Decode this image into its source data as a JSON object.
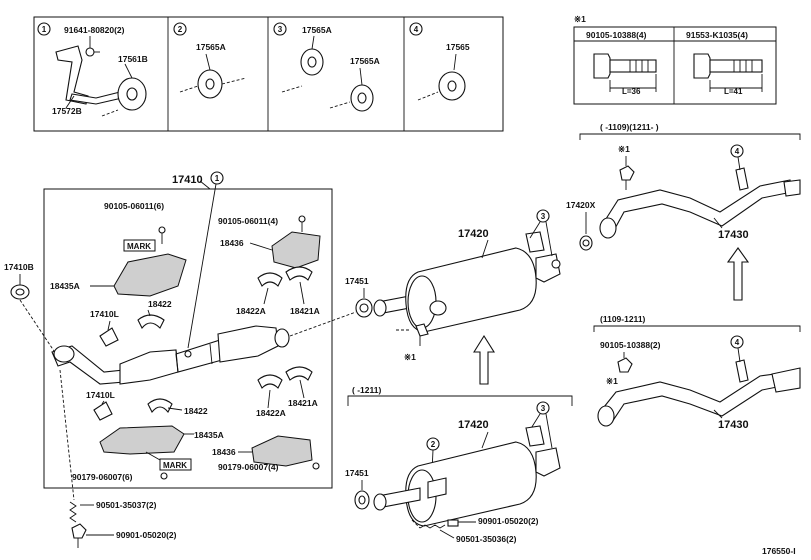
{
  "insets": [
    {
      "num": "1",
      "labels": [
        "91641-80820(2)",
        "17561B",
        "17572B"
      ]
    },
    {
      "num": "2",
      "labels": [
        "17565A"
      ]
    },
    {
      "num": "3",
      "labels": [
        "17565A",
        "17565A"
      ]
    },
    {
      "num": "4",
      "labels": [
        "17565"
      ]
    }
  ],
  "bolt_table": {
    "note": "※1",
    "col1": "90105-10388(4)",
    "col2": "91553-K1035(4)",
    "len1": "L=36",
    "len2": "L=41"
  },
  "parts": {
    "p17410": "17410",
    "p17410B": "17410B",
    "p18435A_top": "18435A",
    "p18435A_bot": "18435A",
    "p17410L_top": "17410L",
    "p17410L_bot": "17410L",
    "p18422_top": "18422",
    "p18422_bot": "18422",
    "p18422A_top": "18422A",
    "p18422A_bot": "18422A",
    "p18421A_top": "18421A",
    "p18421A_bot": "18421A",
    "p18436_top": "18436",
    "p18436_bot": "18436",
    "b9010506011_6": "90105-06011(6)",
    "b9010506011_4": "90105-06011(4)",
    "b9017906007_6": "90179-06007(6)",
    "b9017906007_4": "90179-06007(4)",
    "b9050135037": "90501-35037(2)",
    "b9090105020_left": "90901-05020(2)",
    "mark_top": "MARK",
    "mark_bot": "MARK",
    "p17451_top": "17451",
    "p17451_bot": "17451",
    "p17420_top": "17420",
    "p17420_bot": "17420",
    "p17420X": "17420X",
    "p17430_top": "17430",
    "p17430_bot": "17430",
    "b9090105020_right": "90901-05020(2)",
    "b9050135036": "90501-35036(2)",
    "b9010510388": "90105-10388(2)",
    "ref1_a": "※1",
    "ref1_b": "※1",
    "ref1_c": "※1"
  },
  "ranges": {
    "top_right": "(   -1109)(1211-   )",
    "mid_right": "(1109-1211)",
    "bottom": "(   -1211)"
  },
  "callouts": {
    "c1": "1",
    "c2": "2",
    "c3a": "3",
    "c3b": "3",
    "c4a": "4",
    "c4b": "4"
  },
  "diagram_id": "176550-I"
}
